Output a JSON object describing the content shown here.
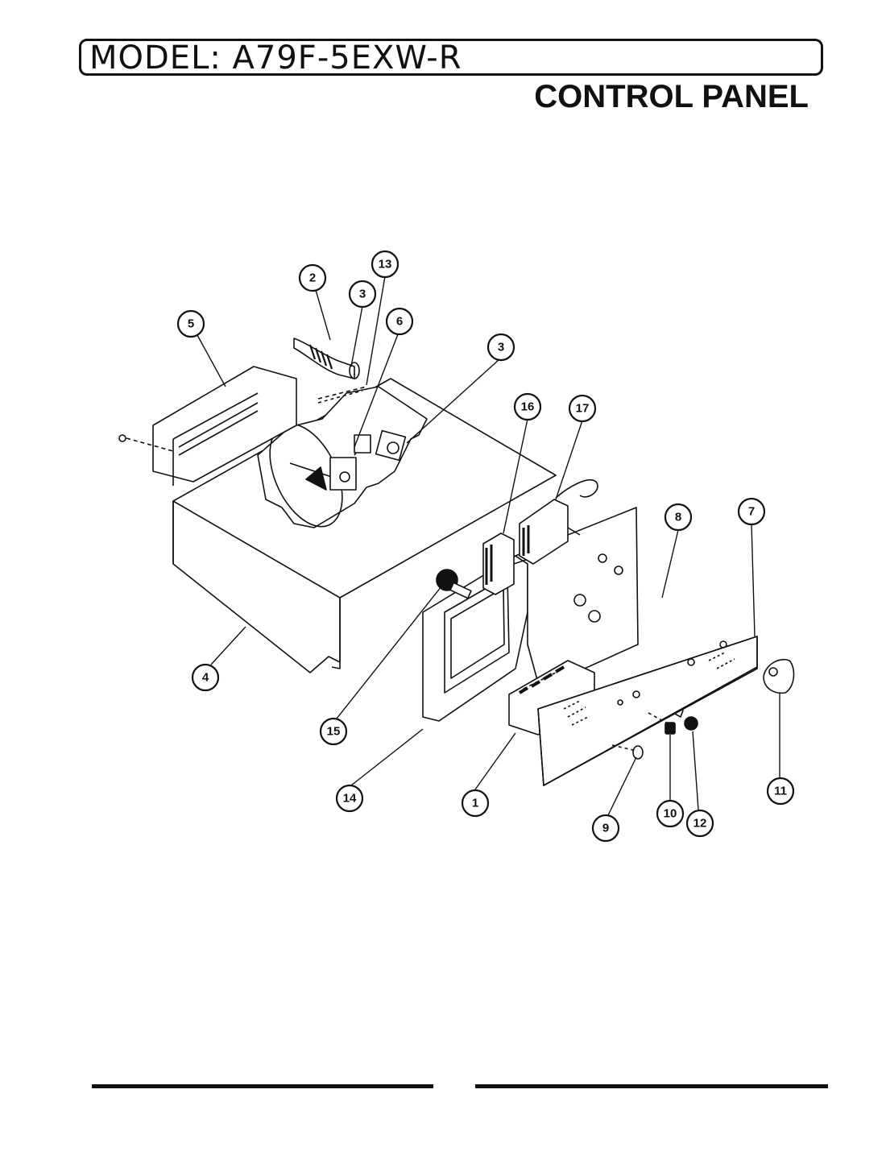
{
  "header": {
    "model_label": "MODEL: A79F-5EXW-R",
    "section_title": "CONTROL PANEL"
  },
  "callouts": [
    {
      "id": "1"
    },
    {
      "id": "2"
    },
    {
      "id": "3"
    },
    {
      "id": "3"
    },
    {
      "id": "4"
    },
    {
      "id": "5"
    },
    {
      "id": "6"
    },
    {
      "id": "7"
    },
    {
      "id": "8"
    },
    {
      "id": "9"
    },
    {
      "id": "10"
    },
    {
      "id": "11"
    },
    {
      "id": "12"
    },
    {
      "id": "13"
    },
    {
      "id": "14"
    },
    {
      "id": "15"
    },
    {
      "id": "16"
    },
    {
      "id": "17"
    }
  ],
  "colors": {
    "ink": "#111111",
    "paper": "#ffffff"
  }
}
